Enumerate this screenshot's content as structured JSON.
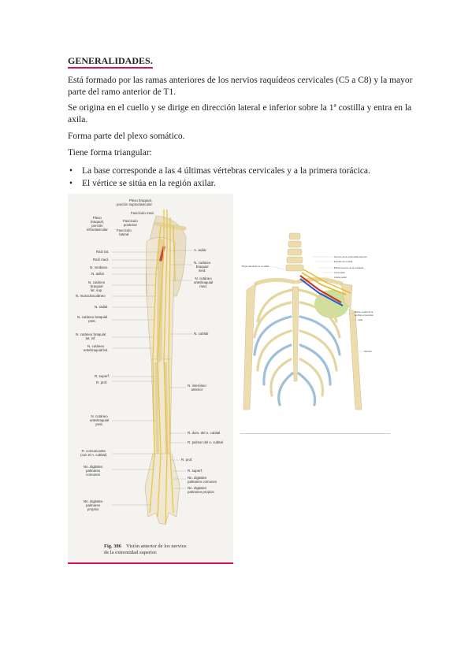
{
  "heading": "GENERALIDADES.",
  "paragraphs": [
    "Está formado por las ramas anteriores de los nervios raquídeos cervicales (C5 a C8) y la mayor parte del ramo anterior de T1.",
    "Se origina en el cuello y se dirige en dirección lateral e inferior sobre la 1ª costilla y entra en la axila.",
    "Forma parte del plexo somático.",
    "Tiene forma triangular:"
  ],
  "bullets": [
    "La base corresponde a las 4 últimas vértebras cervicales y a la primera torácica.",
    "El vértice se sitúa en la región axilar."
  ],
  "figure1": {
    "labels_left": [
      "Plexo braquial,",
      "porción supraclavicular",
      "Fascículo med.",
      "Plexo",
      "braquial,",
      "porción",
      "infraclavicular",
      "Fascículo",
      "posterior",
      "Fascículo",
      "lateral",
      "Raíz lat.",
      "Raíz med.",
      "N. mediano",
      "N. axilar",
      "N. cutáneo",
      "braquial",
      "lat. sup.",
      "N. musculocutáneo",
      "N. radial",
      "N. cutáneo braquial",
      "post.",
      "N. cutáneo braquial",
      "lat. inf.",
      "N. cutáneo",
      "antebraquial lat.",
      "R. superf.",
      "R. prof.",
      "N. cutáneo",
      "antebraquial",
      "post.",
      "R. comunicante",
      "(con el n. cubital)",
      "Nn. digitales",
      "palmares",
      "comunes",
      "Nn. digitales",
      "palmares",
      "propios"
    ],
    "labels_right": [
      "A. axilar",
      "N. cutáneo",
      "braquial",
      "med.",
      "N. cutáneo",
      "antebraquial",
      "med.",
      "N. cubital",
      "N. interóseo",
      "anterior",
      "R. dors. del n. cubital",
      "R. palmar del n. cubital",
      "R. prof.",
      "R. superf.",
      "Nn. digitales",
      "palmares comunes",
      "Nn. digitales",
      "palmares propios"
    ],
    "caption_num": "Fig. 386",
    "caption_text": [
      "Visión anterior de los nervios",
      "de la extremidad superior."
    ]
  },
  "figure2": {
    "labels_left": [
      "Borde lateral de la 1 costilla"
    ],
    "labels_right": [
      "Nervios de la extremidad superior",
      "Entrada de la axila",
      "Borde superior de la escápula",
      "Vena axilar",
      "Arteria axilar",
      "Borde medial de la",
      "apófisis coracoides",
      "Axila",
      "Húmero"
    ]
  },
  "colors": {
    "accent": "#d4145a",
    "nerve": "#e8c547",
    "bone": "#efe3b8"
  }
}
